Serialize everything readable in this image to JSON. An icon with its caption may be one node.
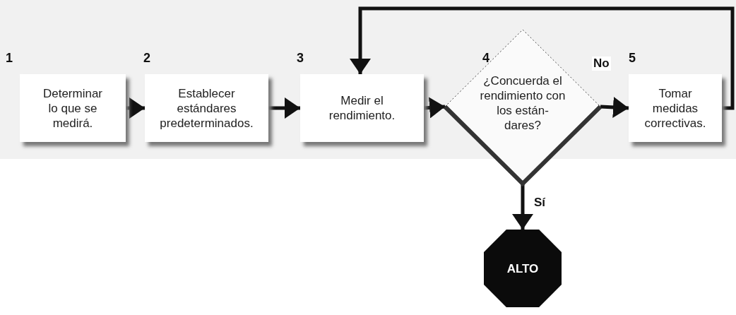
{
  "diagram": {
    "nodes": [
      {
        "text": [
          "1",
          "Determinar lo que se medirá."
        ]
      },
      {
        "text": [
          "2",
          "Establecer estándares predeterminados."
        ]
      },
      {
        "text": [
          "3",
          "Medir el rendimiento."
        ]
      },
      {
        "text": [
          "4",
          "¿Concuerda el rendimiento con los están- dares?"
        ]
      },
      {
        "text": [
          "5",
          "Tomar medidas correctivas."
        ]
      },
      {
        "text": [
          "ALTO"
        ]
      }
    ],
    "edges": [
      {
        "from": 0,
        "to": 1,
        "arrow": "to"
      },
      {
        "from": 1,
        "to": 2,
        "arrow": "to"
      },
      {
        "from": 2,
        "to": 3,
        "arrow": "to"
      },
      {
        "from": 3,
        "to": 4,
        "arrow": "to",
        "label": "No"
      },
      {
        "from": 3,
        "to": 5,
        "arrow": "to",
        "label": "Sí"
      },
      {
        "from": 4,
        "to": 2,
        "arrow": "to"
      }
    ]
  }
}
